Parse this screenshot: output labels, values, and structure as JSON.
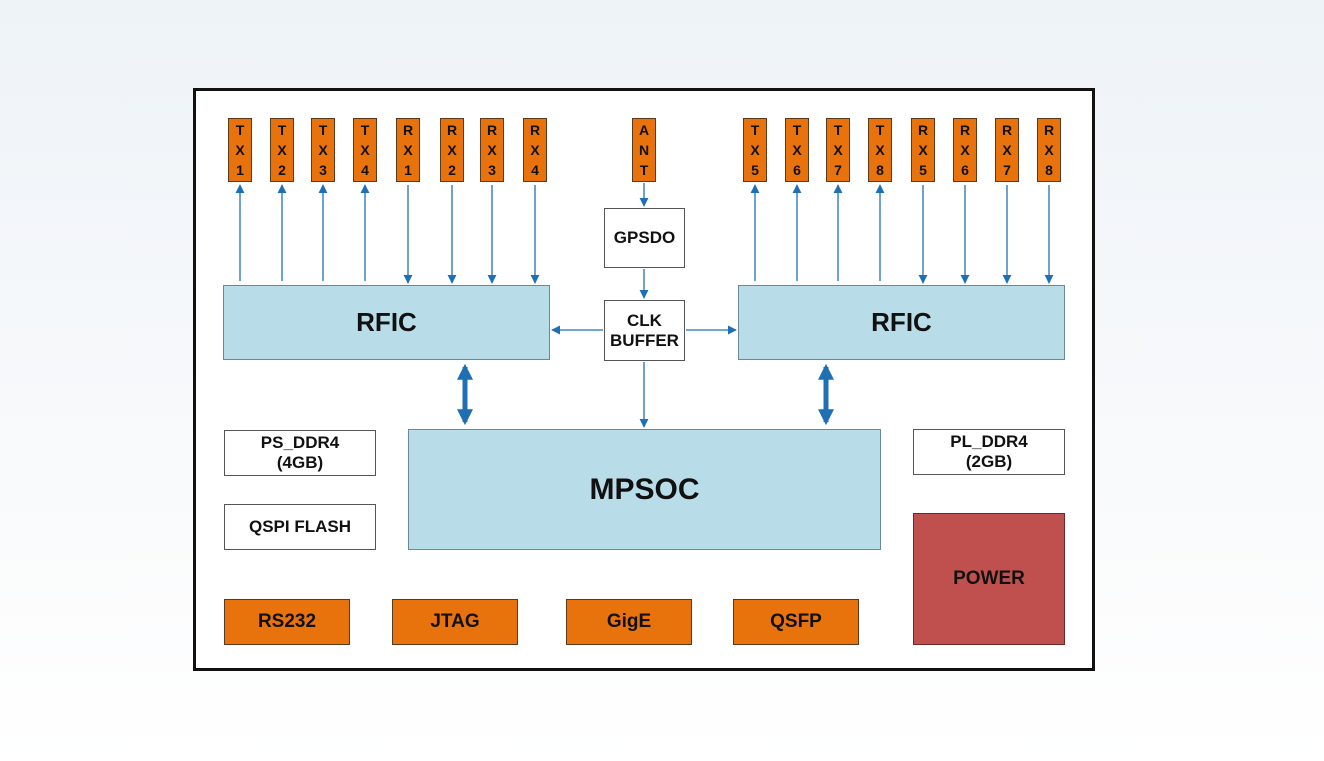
{
  "pins_left": [
    {
      "chars": [
        "T",
        "X",
        "1"
      ]
    },
    {
      "chars": [
        "T",
        "X",
        "2"
      ]
    },
    {
      "chars": [
        "T",
        "X",
        "3"
      ]
    },
    {
      "chars": [
        "T",
        "X",
        "4"
      ]
    },
    {
      "chars": [
        "R",
        "X",
        "1"
      ]
    },
    {
      "chars": [
        "R",
        "X",
        "2"
      ]
    },
    {
      "chars": [
        "R",
        "X",
        "3"
      ]
    },
    {
      "chars": [
        "R",
        "X",
        "4"
      ]
    }
  ],
  "pins_right": [
    {
      "chars": [
        "T",
        "X",
        "5"
      ]
    },
    {
      "chars": [
        "T",
        "X",
        "6"
      ]
    },
    {
      "chars": [
        "T",
        "X",
        "7"
      ]
    },
    {
      "chars": [
        "T",
        "X",
        "8"
      ]
    },
    {
      "chars": [
        "R",
        "X",
        "5"
      ]
    },
    {
      "chars": [
        "R",
        "X",
        "6"
      ]
    },
    {
      "chars": [
        "R",
        "X",
        "7"
      ]
    },
    {
      "chars": [
        "R",
        "X",
        "8"
      ]
    }
  ],
  "ant": {
    "chars": [
      "A",
      "N",
      "T"
    ]
  },
  "gpsdo": "GPSDO",
  "clk_buffer": {
    "line1": "CLK",
    "line2": "BUFFER"
  },
  "rfic_left": "RFIC",
  "rfic_right": "RFIC",
  "mpsoc": "MPSOC",
  "ps_ddr4": {
    "line1": "PS_DDR4",
    "line2": "(4GB)"
  },
  "pl_ddr4": {
    "line1": "PL_DDR4",
    "line2": "(2GB)"
  },
  "qspi_flash": "QSPI FLASH",
  "interfaces": [
    "RS232",
    "JTAG",
    "GigE",
    "QSFP"
  ],
  "power": "POWER",
  "colors": {
    "pin_orange": "#e8720c",
    "chip_blue": "#b8dce8",
    "power_red": "#c0504d",
    "arrow_blue": "#1f6fb5"
  }
}
